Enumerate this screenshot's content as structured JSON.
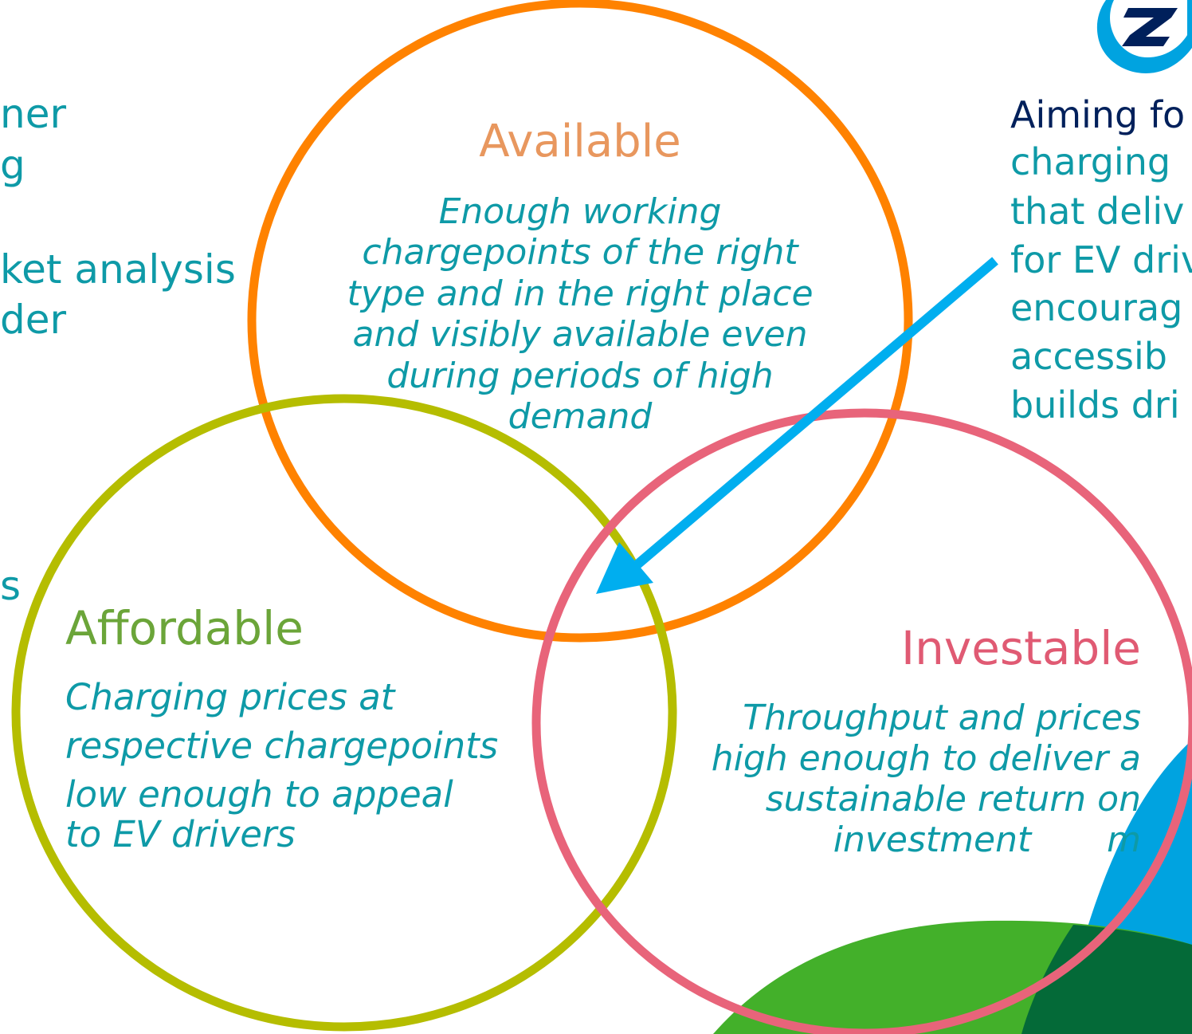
{
  "colors": {
    "teal_text": "#0E9AA7",
    "available": "#FF8200",
    "available_title": "#E8975E",
    "affordable": "#B5BD00",
    "affordable_title": "#6BA539",
    "investable": "#E8647A",
    "investable_title": "#E05A73",
    "arrow": "#00AEEF",
    "brand_dark": "#00205B",
    "brand_blue": "#00A3E0",
    "bg_green": "#43B02A",
    "bg_dark_green": "#046A38"
  },
  "left_panel": {
    "lines": [
      "ner",
      "g",
      "ket analysis",
      "der",
      "s"
    ]
  },
  "right_panel": {
    "heading": "Aiming fo",
    "lines": [
      "charging",
      "that deliv",
      "for EV driv",
      "encourag",
      "accessib",
      "builds dri"
    ]
  },
  "logo": {
    "icon": "logo-icon",
    "letter": "Z"
  },
  "available": {
    "title": "Available",
    "lines": [
      "Enough working",
      "chargepoints of the right",
      "type and in the right place",
      "and visibly available even",
      "during periods of high",
      "demand"
    ]
  },
  "affordable": {
    "title": "Affordable",
    "lines": [
      "Charging prices at",
      "respective chargepoints",
      "low enough to appeal",
      "to EV drivers"
    ]
  },
  "investable": {
    "title": "Investable",
    "lines": [
      "Throughput and prices",
      "high enough to deliver a",
      "sustainable return on",
      "investment",
      "m"
    ]
  },
  "arrow": {
    "icon": "arrow-icon"
  }
}
